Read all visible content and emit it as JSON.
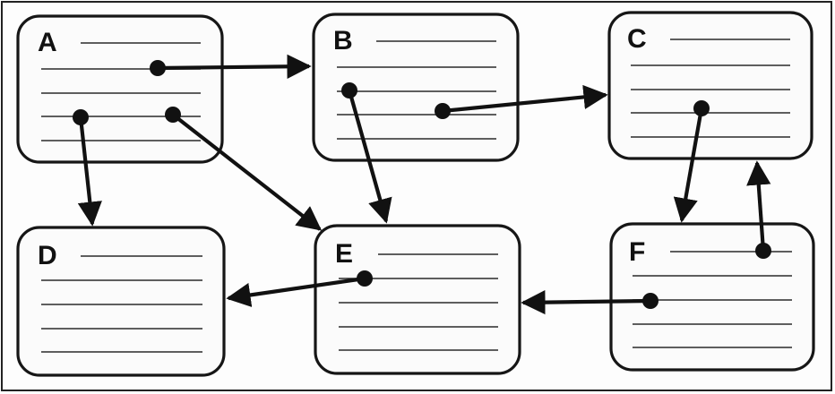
{
  "diagram": {
    "nodes": [
      {
        "id": "A",
        "label": "A"
      },
      {
        "id": "B",
        "label": "B"
      },
      {
        "id": "C",
        "label": "C"
      },
      {
        "id": "D",
        "label": "D"
      },
      {
        "id": "E",
        "label": "E"
      },
      {
        "id": "F",
        "label": "F"
      }
    ],
    "edges": [
      {
        "from": "A",
        "to": "B"
      },
      {
        "from": "A",
        "to": "D"
      },
      {
        "from": "A",
        "to": "E"
      },
      {
        "from": "B",
        "to": "E"
      },
      {
        "from": "B",
        "to": "C"
      },
      {
        "from": "C",
        "to": "F"
      },
      {
        "from": "F",
        "to": "C"
      },
      {
        "from": "E",
        "to": "D"
      },
      {
        "from": "F",
        "to": "E"
      }
    ]
  }
}
